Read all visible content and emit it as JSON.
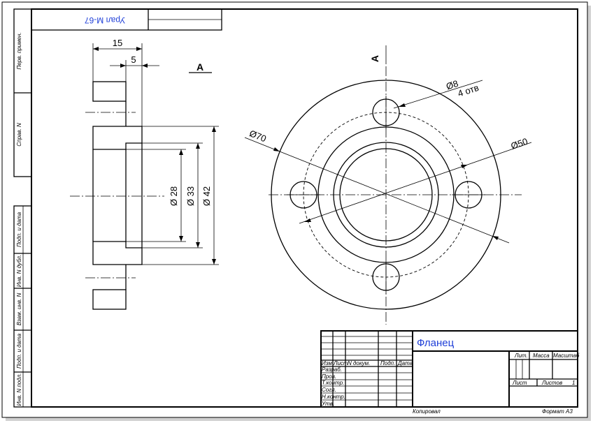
{
  "corner_code": "Урал М-67",
  "section_label": "А",
  "view_label": "А",
  "dims": {
    "width_15": "15",
    "width_5": "5",
    "d28": "Ø 28",
    "d33": "Ø 33",
    "d42": "Ø 42",
    "d8": "Ø8",
    "holes": "4 отв",
    "d70": "Ø70",
    "d50": "Ø50"
  },
  "side_strip": [
    "Перв. примен.",
    "Справ. N",
    "Подп. и дата",
    "Инв. N дубл.",
    "Взам. инв. N",
    "Подп. и дата",
    "Инв. N подл."
  ],
  "title_block": {
    "title": "Фланец",
    "col_izm": "Изм",
    "col_list": "Лист",
    "col_doc": "N докум.",
    "col_sign": "Подп.",
    "col_date": "Дата",
    "row_razrab": "Разраб.",
    "row_prov": "Пров.",
    "row_tkontr": "Т.контр.",
    "row_sogl": "Согл.",
    "row_nkontr": "Н.контр.",
    "row_utv": "Утв.",
    "lit": "Лит.",
    "mass": "Масса",
    "scale": "Масштаб",
    "sheet": "Лист",
    "sheets": "Листов",
    "sheets_count": "1"
  },
  "footer": {
    "copied": "Копировал",
    "format": "Формат А3"
  }
}
